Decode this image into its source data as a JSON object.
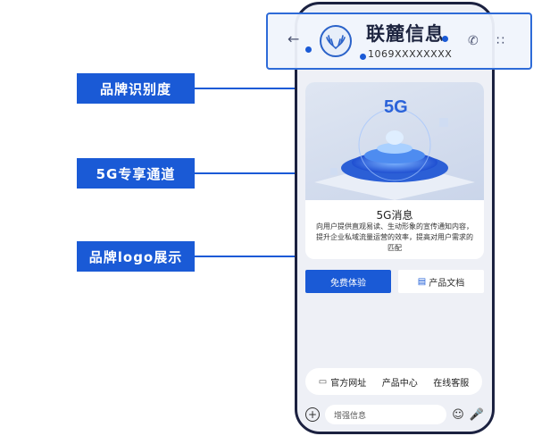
{
  "colors": {
    "accent": "#1a5ad6",
    "phone_frame": "#1b2140",
    "background": "#eef0f6"
  },
  "callouts": [
    "品牌识别度",
    "5G专享通道",
    "品牌logo展示"
  ],
  "header": {
    "back_icon": "arrow-left-icon",
    "brand_name": "联麓信息",
    "number": "1069XXXXXXXX",
    "phone_icon": "phone-icon",
    "more_icon": "more-icon"
  },
  "card": {
    "title": "5G消息",
    "description": "向用户提供直观易读、生动形象的宣传通知内容，提升企业私域流量运营的效率，提高对用户需求的匹配",
    "image_label": "5G"
  },
  "actions": {
    "primary": "免费体验",
    "secondary": "产品文档"
  },
  "menu": [
    "官方网址",
    "产品中心",
    "在线客服"
  ],
  "input": {
    "placeholder": "增强信息"
  }
}
